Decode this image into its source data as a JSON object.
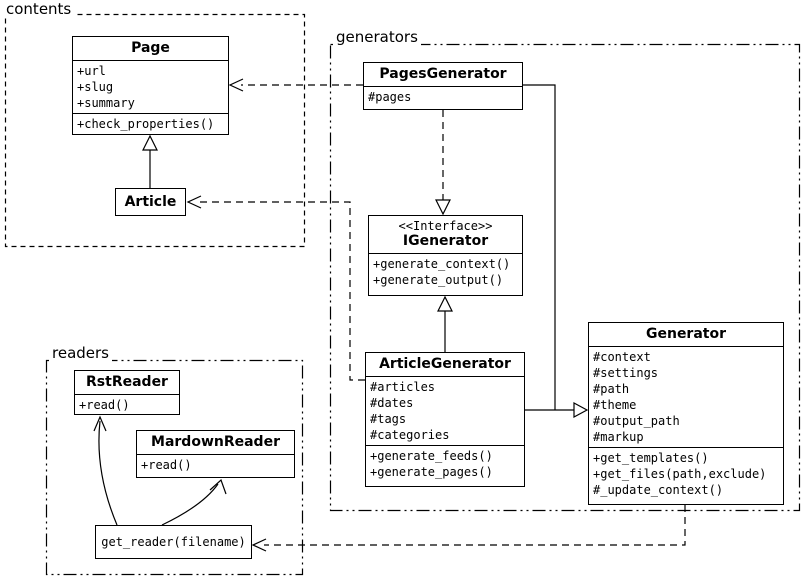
{
  "packages": {
    "contents": "contents",
    "generators": "generators",
    "readers": "readers"
  },
  "classes": {
    "page": {
      "name": "Page",
      "attrs": [
        "+url",
        "+slug",
        "+summary"
      ],
      "methods": [
        "+check_properties()"
      ]
    },
    "article": {
      "name": "Article"
    },
    "pagesGenerator": {
      "name": "PagesGenerator",
      "attrs": [
        "#pages"
      ]
    },
    "igenerator": {
      "stereotype": "<<Interface>>",
      "name": "IGenerator",
      "methods": [
        "+generate_context()",
        "+generate_output()"
      ]
    },
    "articleGenerator": {
      "name": "ArticleGenerator",
      "attrs": [
        "#articles",
        "#dates",
        "#tags",
        "#categories"
      ],
      "methods": [
        "+generate_feeds()",
        "+generate_pages()"
      ]
    },
    "generator": {
      "name": "Generator",
      "attrs": [
        "#context",
        "#settings",
        "#path",
        "#theme",
        "#output_path",
        "#markup"
      ],
      "methods": [
        "+get_templates()",
        "+get_files(path,exclude)",
        "#_update_context()"
      ]
    },
    "rstReader": {
      "name": "RstReader",
      "methods": [
        "+read()"
      ]
    },
    "markdownReader": {
      "name": "MardownReader",
      "methods": [
        "+read()"
      ]
    },
    "getReader": {
      "name": "get_reader(filename)"
    }
  }
}
